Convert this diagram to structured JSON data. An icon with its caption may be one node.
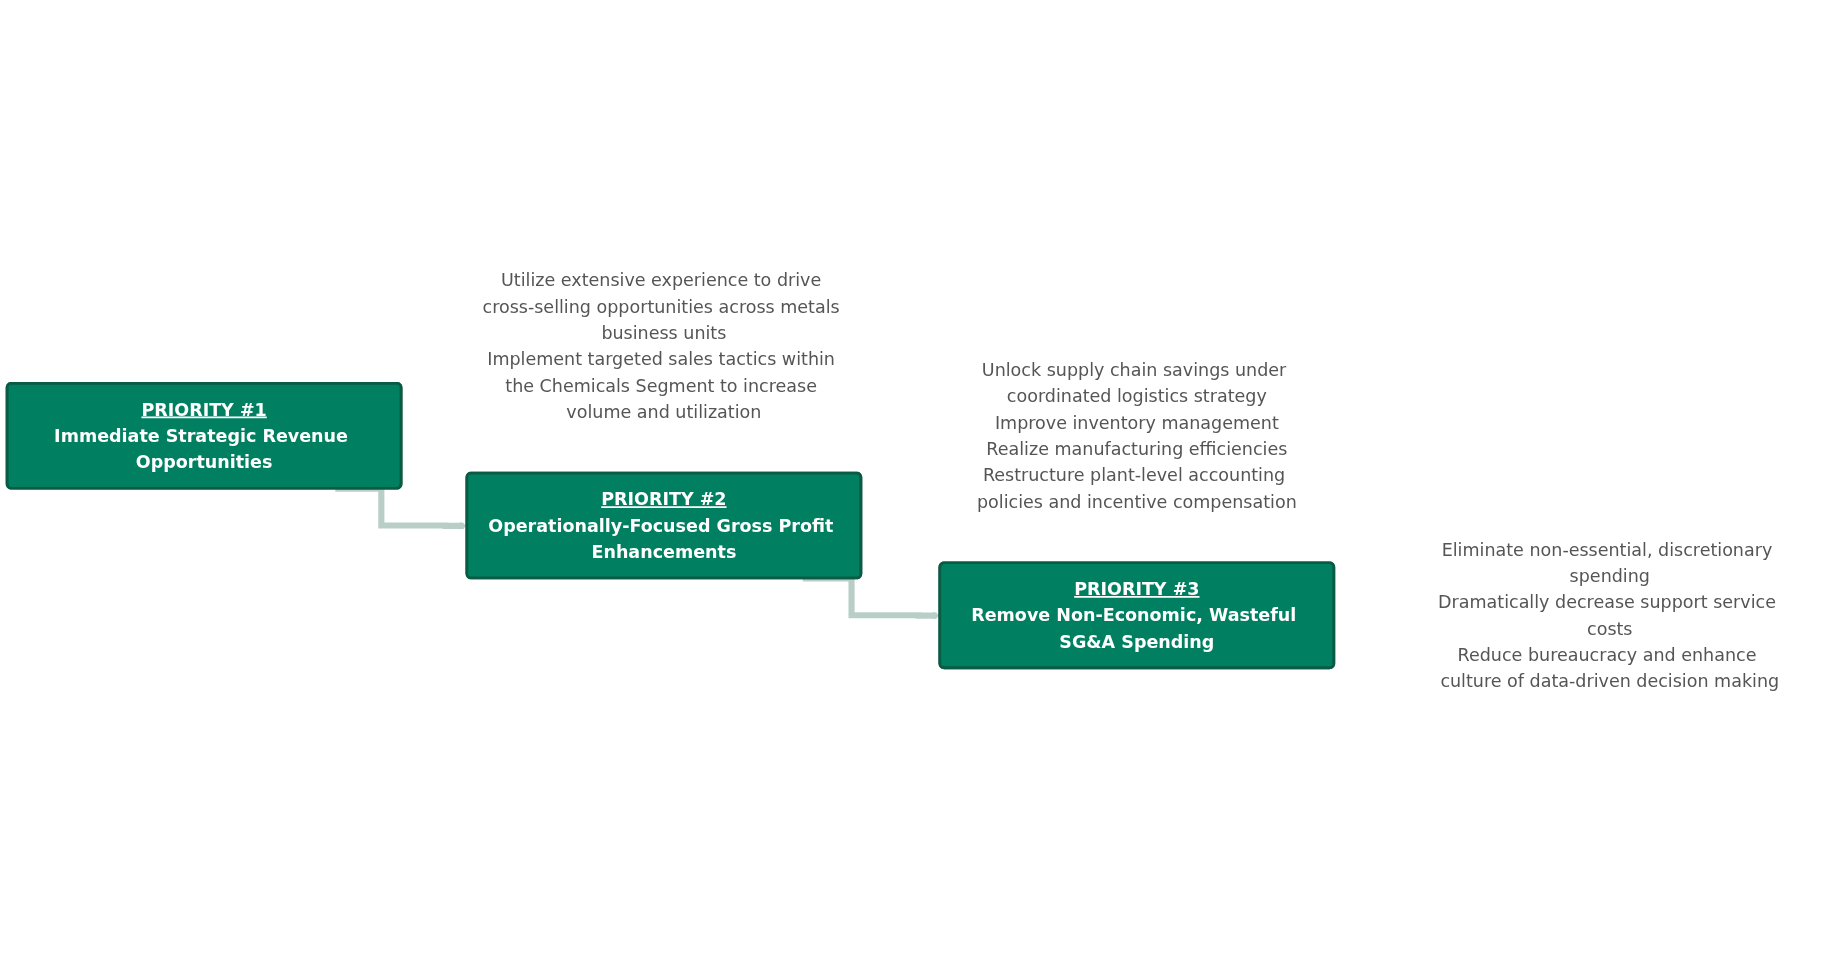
{
  "diagram": {
    "nodes": [
      {
        "text": [
          "PRIORITY #1",
          "Immediate Strategic Revenue Opportunities"
        ],
        "beside": [
          "Utilize extensive experience to drive cross-selling opportunities across metals business units",
          "Implement targeted sales tactics within the Chemicals Segment to increase volume and utilization"
        ]
      },
      {
        "text": [
          "PRIORITY #2",
          "Operationally-Focused Gross Profit Enhancements"
        ],
        "beside": [
          "Unlock supply chain savings under coordinated logistics strategy",
          "Improve inventory management",
          "Realize manufacturing efficiencies",
          "Restructure plant-level accounting policies and incentive compensation"
        ]
      },
      {
        "text": [
          "PRIORITY #3",
          "Remove Non-Economic, Wasteful SG&A Spending"
        ],
        "beside": [
          "Eliminate non-essential, discretionary spending",
          "Dramatically decrease support service costs",
          "Reduce bureaucracy and enhance culture of data-driven decision making"
        ]
      }
    ],
    "edges": [
      {
        "from": 0,
        "to": 1,
        "arrow": "to"
      },
      {
        "from": 1,
        "to": 2,
        "arrow": "to"
      }
    ]
  }
}
